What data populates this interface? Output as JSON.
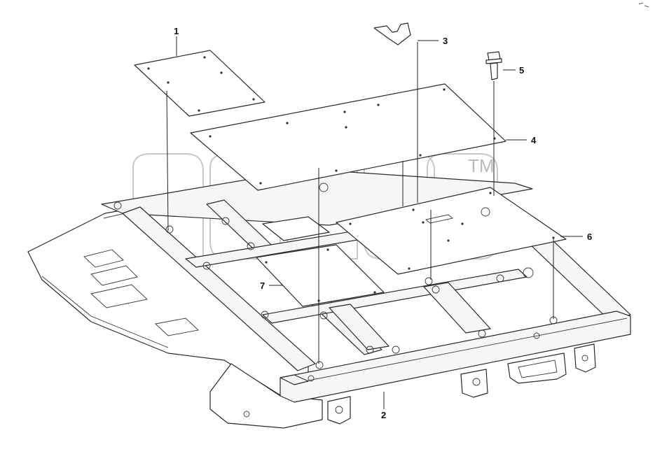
{
  "callouts": {
    "c1": "1",
    "c2": "2",
    "c3": "3",
    "c4": "4",
    "c5": "5",
    "c6": "6",
    "c7": "7"
  },
  "watermark": {
    "trademark": "TM"
  },
  "colors": {
    "line": "#2a2a2a",
    "watermark": "#c9c9c9",
    "background": "#ffffff"
  }
}
